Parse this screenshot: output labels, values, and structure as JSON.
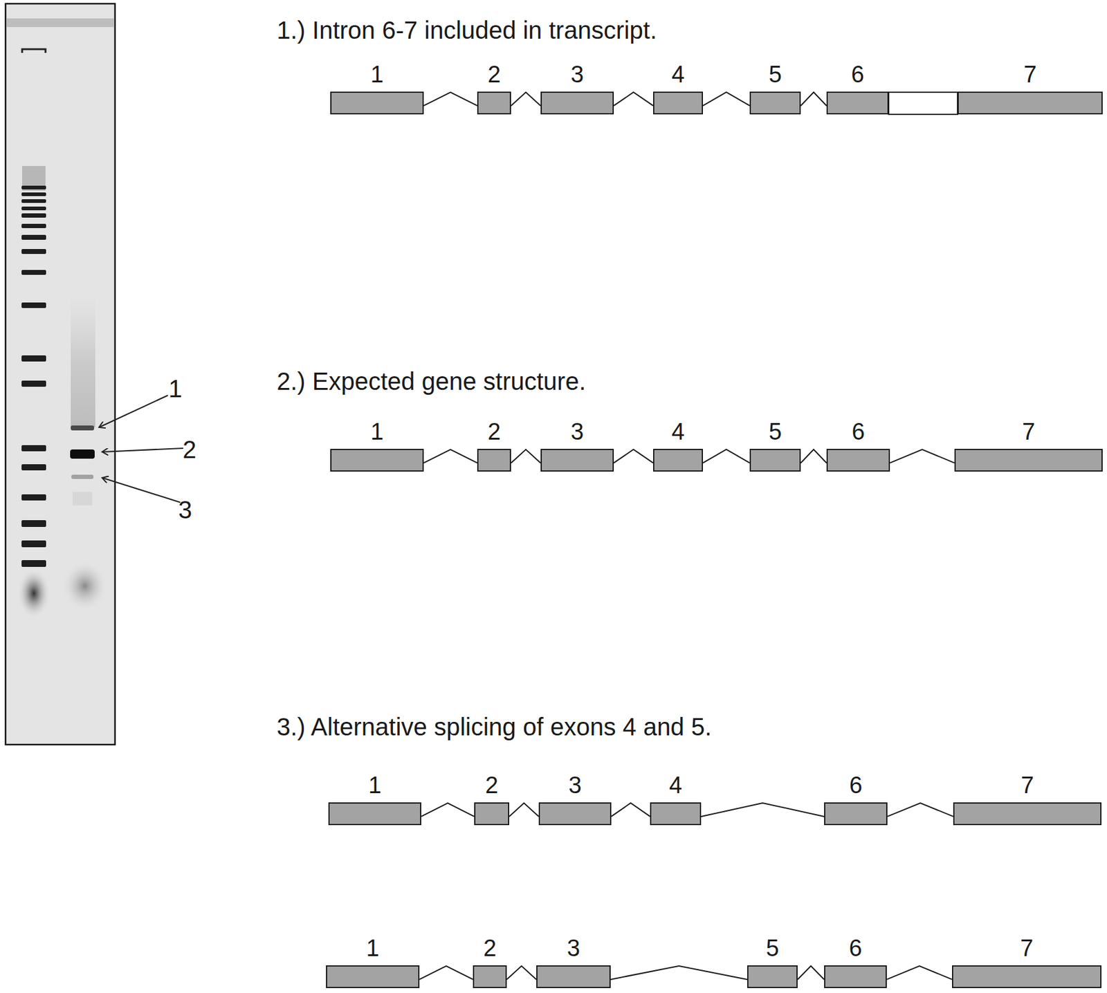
{
  "diagram": {
    "nodes": [
      {
        "text": [
          "1"
        ]
      },
      {
        "text": [
          "2"
        ]
      },
      {
        "text": [
          "3"
        ]
      },
      {
        "text": [
          "4"
        ]
      },
      {
        "text": [
          "5"
        ]
      },
      {
        "text": [
          "6"
        ]
      },
      {
        "text": [
          "7"
        ]
      },
      {
        "text": [
          "1"
        ]
      },
      {
        "text": [
          "2"
        ]
      },
      {
        "text": [
          "3"
        ]
      },
      {
        "text": [
          "4"
        ]
      },
      {
        "text": [
          "5"
        ]
      },
      {
        "text": [
          "6"
        ]
      },
      {
        "text": [
          "7"
        ]
      },
      {
        "text": [
          "1"
        ]
      },
      {
        "text": [
          "2"
        ]
      },
      {
        "text": [
          "3"
        ]
      },
      {
        "text": [
          "4"
        ]
      },
      {
        "text": [
          "6"
        ]
      },
      {
        "text": [
          "7"
        ]
      },
      {
        "text": [
          "1"
        ]
      },
      {
        "text": [
          "2"
        ]
      },
      {
        "text": [
          "3"
        ]
      },
      {
        "text": [
          "5"
        ]
      },
      {
        "text": [
          "6"
        ]
      },
      {
        "text": [
          "7"
        ]
      }
    ],
    "edges": [
      {
        "from": 0,
        "to": 1,
        "arrow": "none"
      },
      {
        "from": 1,
        "to": 2,
        "arrow": "none"
      },
      {
        "from": 2,
        "to": 3,
        "arrow": "none"
      },
      {
        "from": 3,
        "to": 4,
        "arrow": "none"
      },
      {
        "from": 4,
        "to": 5,
        "arrow": "none"
      },
      {
        "from": 7,
        "to": 8,
        "arrow": "none"
      },
      {
        "from": 8,
        "to": 9,
        "arrow": "none"
      },
      {
        "from": 9,
        "to": 10,
        "arrow": "none"
      },
      {
        "from": 10,
        "to": 11,
        "arrow": "none"
      },
      {
        "from": 11,
        "to": 12,
        "arrow": "none"
      },
      {
        "from": 12,
        "to": 13,
        "arrow": "none"
      },
      {
        "from": 14,
        "to": 15,
        "arrow": "none"
      },
      {
        "from": 15,
        "to": 16,
        "arrow": "none"
      },
      {
        "from": 16,
        "to": 17,
        "arrow": "none"
      },
      {
        "from": 17,
        "to": 18,
        "arrow": "none"
      },
      {
        "from": 18,
        "to": 19,
        "arrow": "none"
      },
      {
        "from": 20,
        "to": 21,
        "arrow": "none"
      },
      {
        "from": 21,
        "to": 22,
        "arrow": "none"
      },
      {
        "from": 22,
        "to": 23,
        "arrow": "none"
      },
      {
        "from": 23,
        "to": 24,
        "arrow": "none"
      },
      {
        "from": 24,
        "to": 25,
        "arrow": "none"
      }
    ],
    "labels": [
      "1.) Intron 6-7 included in transcript.",
      "2.) Expected gene structure.",
      "3.) Alternative splicing of exons 4 and 5.",
      "1",
      "2",
      "3"
    ]
  }
}
